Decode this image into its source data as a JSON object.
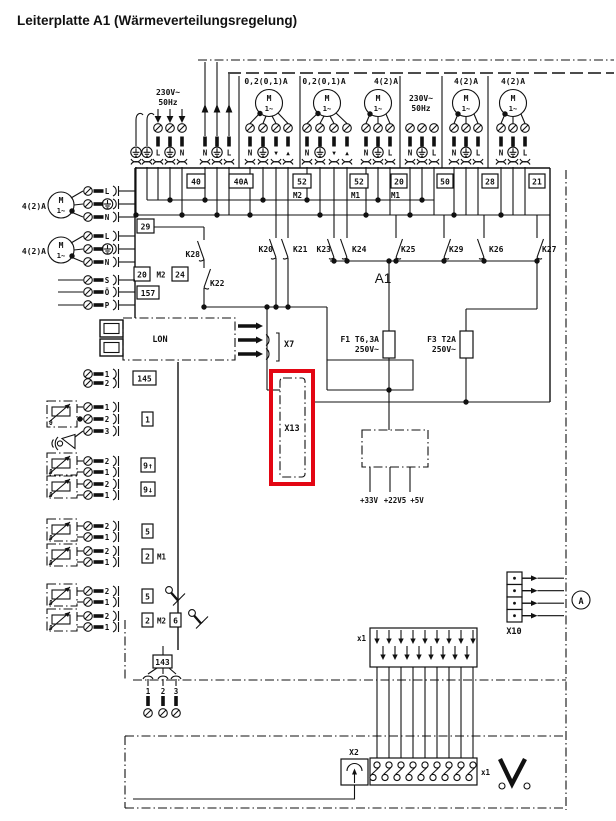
{
  "title": "Leiterplatte A1 (Wärmeverteilungsregelung)",
  "board": {
    "label": "A1"
  },
  "supply": {
    "voltage": "230V~",
    "frequency": "50Hz"
  },
  "ratings": {
    "small": "0,2(0,1)A",
    "large": "4(2)A"
  },
  "motor": {
    "label": "M",
    "phase": "1~"
  },
  "refs": {
    "m1": "M1",
    "m2": "M2"
  },
  "relays": {
    "k20": "K20",
    "k21": "K21",
    "k22": "K22",
    "k23": "K23",
    "k24": "K24",
    "k25": "K25",
    "k26": "K26",
    "k27": "K27",
    "k28": "K28",
    "k29": "K29"
  },
  "fuses": {
    "f1": "F1 T6,3A",
    "f3": "F3 T2A",
    "voltage": "250V~"
  },
  "plugs": {
    "p40": "40",
    "p40a": "40A",
    "p52": "52",
    "p20": "20",
    "p50": "50",
    "p28": "28",
    "p21": "21",
    "p29": "29",
    "p24": "24",
    "p157": "157",
    "p145": "145",
    "p1": "1",
    "p9up": "9↑",
    "p9dn": "9↓",
    "p5": "5",
    "p2": "2",
    "p6": "6",
    "p143": "143"
  },
  "connectors": {
    "lon": "LON",
    "x7": "X7",
    "x13": "X13",
    "x10": "X10",
    "x1": "x1",
    "x2": "X2"
  },
  "power": {
    "v33": "+33V",
    "v22": "+22V5",
    "v5": "+5V"
  },
  "terminals": {
    "l": "L",
    "n": "N",
    "s": "S",
    "oe": "Ö",
    "p": "P",
    "d1": "1",
    "d2": "2",
    "d3": "3",
    "up": "▲",
    "dn": "▼"
  },
  "annotations": {
    "a": "A",
    "theta": "ϑ"
  },
  "highlight": {
    "color": "#e30613"
  }
}
